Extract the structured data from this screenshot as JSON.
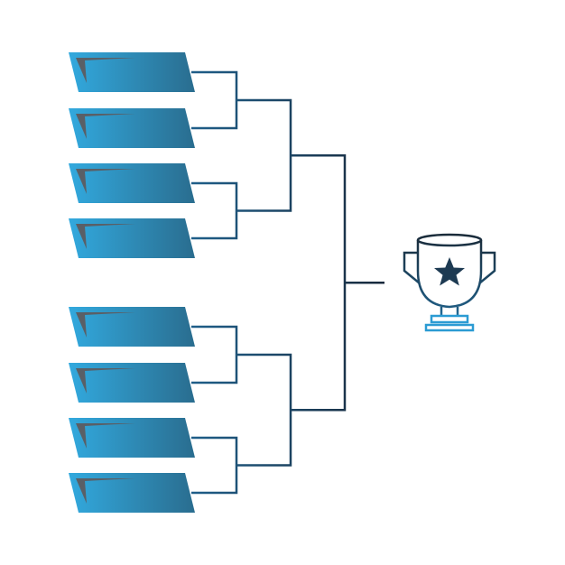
{
  "bracket": {
    "rounds": [
      8,
      4,
      2,
      1
    ],
    "colors": {
      "slot_left": "#32a9de",
      "slot_right": "#2a6d8f",
      "slot_accent": "#5a5f66",
      "line_light": "#1f5f8a",
      "line_dark": "#18283a",
      "trophy_dark": "#1d3a52",
      "trophy_base": "#2b9bd3"
    }
  },
  "trophy": {
    "icon": "trophy-star-icon"
  }
}
